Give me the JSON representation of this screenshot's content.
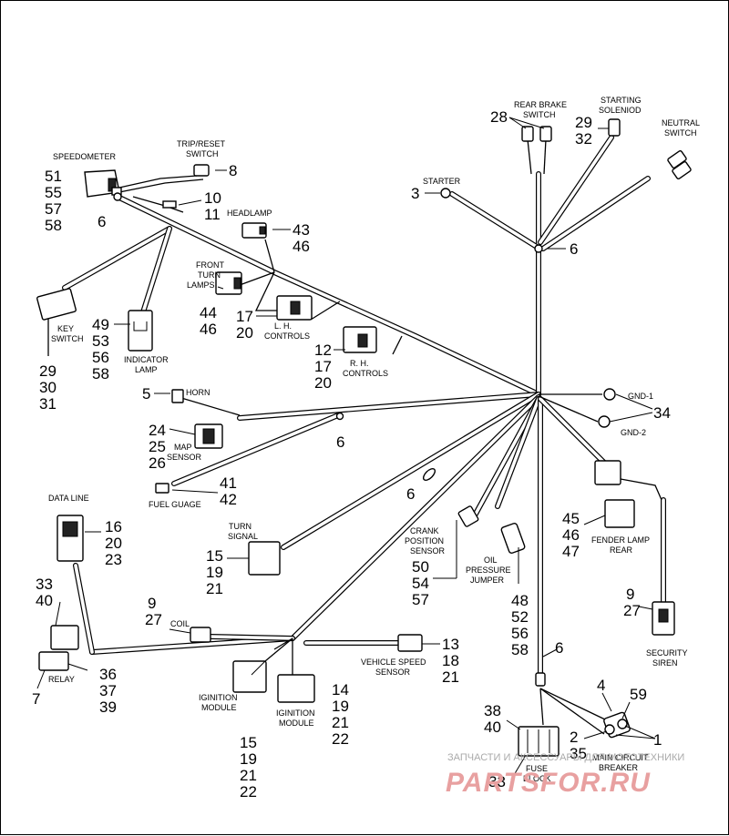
{
  "labels": {
    "speedometer": "SPEEDOMETER",
    "trip_reset_1": "TRIP/RESET",
    "trip_reset_2": "SWITCH",
    "rear_brake_1": "REAR BRAKE",
    "rear_brake_2": "SWITCH",
    "starting_1": "STARTING",
    "starting_2": "SOLENIOD",
    "neutral_1": "NEUTRAL",
    "neutral_2": "SWITCH",
    "starter": "STARTER",
    "headlamp": "HEADLAMP",
    "front_turn_1": "FRONT",
    "front_turn_2": "TURN",
    "front_turn_3": "LAMPS",
    "lh_1": "L. H.",
    "lh_2": "CONTROLS",
    "rh_1": "R. H.",
    "rh_2": "CONTROLS",
    "key_1": "KEY",
    "key_2": "SWITCH",
    "indicator_1": "INDICATOR",
    "indicator_2": "LAMP",
    "horn": "HORN",
    "map_1": "MAP",
    "map_2": "SENSOR",
    "gnd1": "GND-1",
    "gnd2": "GND-2",
    "fuel": "FUEL GUAGE",
    "data_line": "DATA LINE",
    "turn_1": "TURN",
    "turn_2": "SIGNAL",
    "crank_1": "CRANK",
    "crank_2": "POSITION",
    "crank_3": "SENSOR",
    "oil_1": "OIL",
    "oil_2": "PRESSURE",
    "oil_3": "JUMPER",
    "fender_1": "FENDER LAMP",
    "fender_2": "REAR",
    "coil": "COIL",
    "vss_1": "VEHICLE SPEED",
    "vss_2": "SENSOR",
    "relay": "RELAY",
    "ign1_1": "IGINITION",
    "ign1_2": "MODULE",
    "ign2_1": "IGINITION",
    "ign2_2": "MODULE",
    "siren_1": "SECURITY",
    "siren_2": "SIREN",
    "fuse_1": "FUSE",
    "fuse_2": "BLOCK",
    "mcb_1": "MAIN CIRCUIT",
    "mcb_2": "BREAKER"
  },
  "callouts": {
    "speedo": [
      "51",
      "55",
      "57",
      "58"
    ],
    "speedo_clip": "6",
    "trip": "8",
    "n10": "10",
    "n11": "11",
    "rear_brake": "28",
    "starting": [
      "29",
      "32"
    ],
    "starter": "3",
    "trunk_clip": "6",
    "headlamp": [
      "43",
      "46"
    ],
    "front_turn": [
      "44",
      "46"
    ],
    "lh": [
      "17",
      "20"
    ],
    "rh": [
      "12",
      "17",
      "20"
    ],
    "indicator": [
      "49",
      "53",
      "56",
      "58"
    ],
    "key": [
      "29",
      "30",
      "31"
    ],
    "horn": "5",
    "map": [
      "24",
      "25",
      "26"
    ],
    "map_clip": "6",
    "gnd": "34",
    "fuel": [
      "41",
      "42"
    ],
    "mid_clip": "6",
    "data_line": [
      "16",
      "20",
      "23"
    ],
    "turn": [
      "15",
      "19",
      "21"
    ],
    "crank": [
      "50",
      "54",
      "57"
    ],
    "oil": [
      "48",
      "52",
      "56",
      "58"
    ],
    "fender": [
      "45",
      "46",
      "47"
    ],
    "siren": [
      "9",
      "27"
    ],
    "coil": [
      "9",
      "27"
    ],
    "relay_top": [
      "33",
      "40"
    ],
    "relay_side": [
      "36",
      "37",
      "39"
    ],
    "relay_bottom": "7",
    "vss": [
      "13",
      "18",
      "21"
    ],
    "lower_clip": "6",
    "ign2": [
      "14",
      "19",
      "21",
      "22"
    ],
    "ign1": [
      "15",
      "19",
      "21",
      "22"
    ],
    "fuse_top": [
      "38",
      "40"
    ],
    "fuse_bottom": "33",
    "mcb_4": "4",
    "mcb_59": "59",
    "mcb_2": "2",
    "mcb_35": "35",
    "mcb_1": "1"
  },
  "watermark": {
    "line1": "ЗАПЧАСТИ И АКСЕССУАРЫ ДЛЯ МОТОТЕХНИКИ",
    "line2": "PARTSFOR.RU"
  }
}
